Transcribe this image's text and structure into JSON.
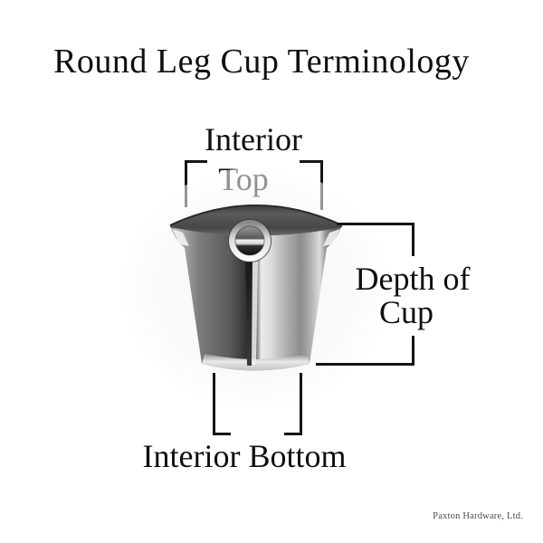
{
  "title": "Round Leg Cup Terminology",
  "labels": {
    "interior_top": {
      "line1": "Interior",
      "line2": "Top"
    },
    "depth_of_cup": {
      "line1": "Depth of",
      "line2": "Cup"
    },
    "interior_bottom": "Interior Bottom"
  },
  "credit": "Paxton Hardware, Ltd.",
  "illustration": {
    "name": "round-leg-cup-keyhole-photo"
  },
  "colors": {
    "background": "#ffffff",
    "text": "#0f0f0f",
    "callout_line": "#151515",
    "metal_highlight": "#ededed",
    "metal_shadow": "#2e2e2e"
  }
}
